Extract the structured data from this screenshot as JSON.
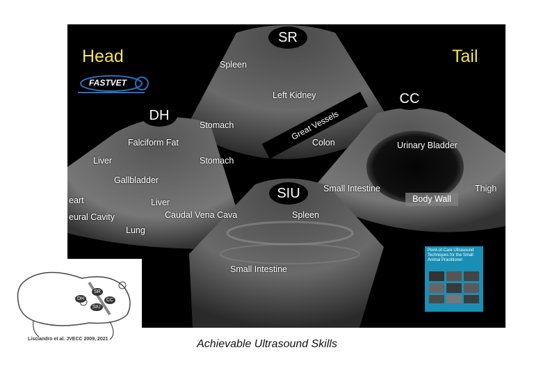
{
  "side_labels": {
    "head": "Head",
    "tail": "Tail"
  },
  "logo": {
    "text": "FASTVET"
  },
  "views": {
    "sr": "SR",
    "dh": "DH",
    "cc": "CC",
    "siu": "SIU"
  },
  "labels": {
    "spleen_top": "Spleen",
    "left_kidney": "Left Kidney",
    "stomach_upper": "Stomach",
    "great_vessels": "Great Vessels",
    "colon": "Colon",
    "falciform_fat": "Falciform Fat",
    "liver_left": "Liver",
    "stomach_lower": "Stomach",
    "gallbladder": "Gallbladder",
    "heart": "eart",
    "liver_right": "Liver",
    "caudal_vena_cava": "Caudal Vena Cava",
    "pleural_cavity": "eural Cavity",
    "lung": "Lung",
    "urinary_bladder": "Urinary Bladder",
    "small_intestine_right": "Small Intestine",
    "thigh": "Thigh",
    "body_wall": "Body Wall",
    "spleen_mid": "Spleen",
    "small_intestine_bottom": "Small Intestine"
  },
  "inset": {
    "citation": "Lisciandro et al. JVECC 2009, 2021",
    "tags": {
      "sr": "SR",
      "dh": "DH",
      "cc": "CC",
      "siu": "SIU"
    }
  },
  "book": {
    "title": "Point-of-Care Ultrasound Techniques for the Small Animal Practitioner"
  },
  "caption": "Achievable Ultrasound Skills",
  "colors": {
    "panel": "#000000",
    "side_label": "#f5e45a",
    "book": "#1a8fb5"
  }
}
